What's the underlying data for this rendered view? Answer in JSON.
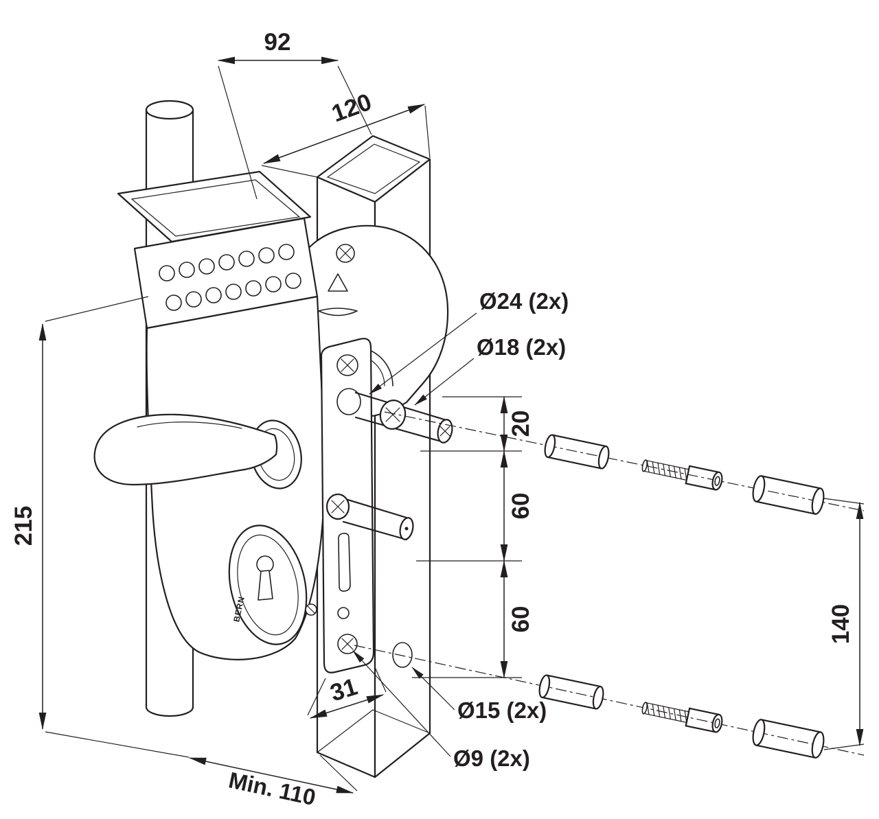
{
  "drawing": {
    "dim_92": "92",
    "dim_120": "120",
    "dim_215": "215",
    "dim_20": "20",
    "dim_60_upper": "60",
    "dim_60_lower": "60",
    "dim_140": "140",
    "dim_31": "31",
    "dim_min110": "Min. 110",
    "callout_d24": "Ø24 (2x)",
    "callout_d18": "Ø18 (2x)",
    "callout_d15": "Ø15 (2x)",
    "callout_d9": "Ø9 (2x)",
    "engraving_brand": "BERN"
  },
  "colors": {
    "line": "#231f20",
    "background": "#ffffff"
  }
}
